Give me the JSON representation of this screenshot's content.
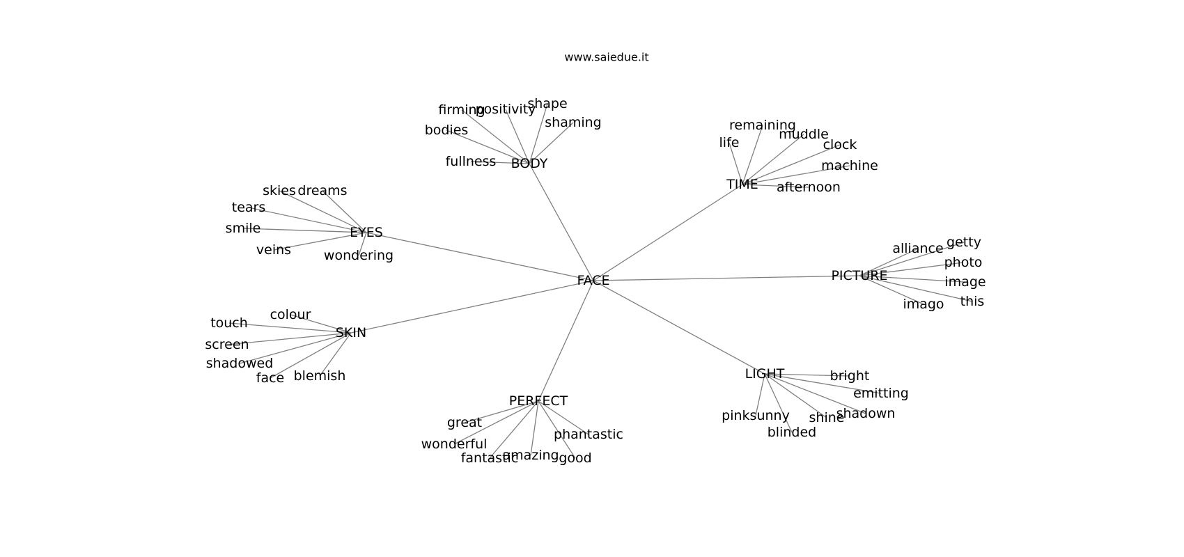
{
  "credit": "www.saiedue.it",
  "graph": {
    "center": "FACE",
    "hubs": [
      {
        "label": "BODY",
        "leaves": [
          "firming",
          "positivity",
          "shape",
          "shaming",
          "bodies",
          "fullness"
        ]
      },
      {
        "label": "TIME",
        "leaves": [
          "remaining",
          "muddle",
          "life",
          "clock",
          "machine",
          "afternoon"
        ]
      },
      {
        "label": "EYES",
        "leaves": [
          "skies",
          "dreams",
          "tears",
          "smile",
          "veins",
          "wondering"
        ]
      },
      {
        "label": "PICTURE",
        "leaves": [
          "alliance",
          "getty",
          "photo",
          "image",
          "imago",
          "this"
        ]
      },
      {
        "label": "SKIN",
        "leaves": [
          "colour",
          "touch",
          "screen",
          "shadowed",
          "face",
          "blemish"
        ]
      },
      {
        "label": "LIGHT",
        "leaves": [
          "bright",
          "emitting",
          "pinksunny",
          "shine",
          "shadown",
          "blinded"
        ]
      },
      {
        "label": "PERFECT",
        "leaves": [
          "great",
          "wonderful",
          "phantastic",
          "fantastic",
          "amazing",
          "good"
        ]
      }
    ]
  }
}
